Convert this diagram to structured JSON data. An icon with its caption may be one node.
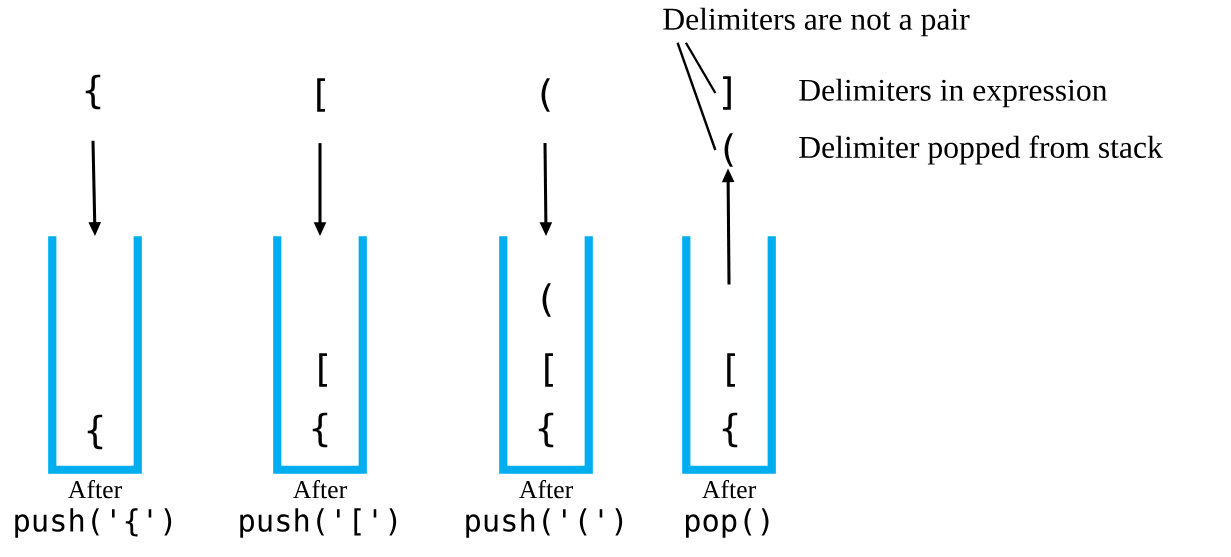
{
  "diagram": {
    "nodes": [
      {
        "text": [
          "{"
        ]
      },
      {
        "text": [],
        "shape": "box",
        "beside": [
          "After",
          "push('{')"
        ]
      },
      {
        "text": [
          "{"
        ],
        "in": 1
      },
      {
        "text": [
          "["
        ]
      },
      {
        "text": [],
        "shape": "box",
        "beside": [
          "After",
          "push('[')"
        ]
      },
      {
        "text": [
          "["
        ],
        "in": 4
      },
      {
        "text": [
          "{"
        ],
        "in": 4
      },
      {
        "text": [
          "("
        ]
      },
      {
        "text": [],
        "shape": "box",
        "beside": [
          "After",
          "push('(')"
        ]
      },
      {
        "text": [
          "("
        ],
        "in": 8
      },
      {
        "text": [
          "["
        ],
        "in": 8
      },
      {
        "text": [
          "{"
        ],
        "in": 8
      },
      {
        "text": [
          "Delimiters are not a pair"
        ]
      },
      {
        "text": [
          "]"
        ],
        "beside": [
          "Delimiters in expression"
        ]
      },
      {
        "text": [
          "("
        ],
        "beside": [
          "Delimiter popped from stack"
        ]
      },
      {
        "text": [],
        "shape": "box",
        "beside": [
          "After",
          "pop()"
        ]
      },
      {
        "text": [
          "["
        ],
        "in": 15
      },
      {
        "text": [
          "{"
        ],
        "in": 15
      }
    ],
    "edges": [
      {
        "from": 0,
        "to": 1,
        "arrow": "to"
      },
      {
        "from": 3,
        "to": 4,
        "arrow": "to"
      },
      {
        "from": 7,
        "to": 8,
        "arrow": "to"
      },
      {
        "from": 15,
        "to": 14,
        "arrow": "to"
      },
      {
        "from": 12,
        "to": 13,
        "arrow": "none"
      },
      {
        "from": 12,
        "to": 14,
        "arrow": "none"
      }
    ]
  }
}
